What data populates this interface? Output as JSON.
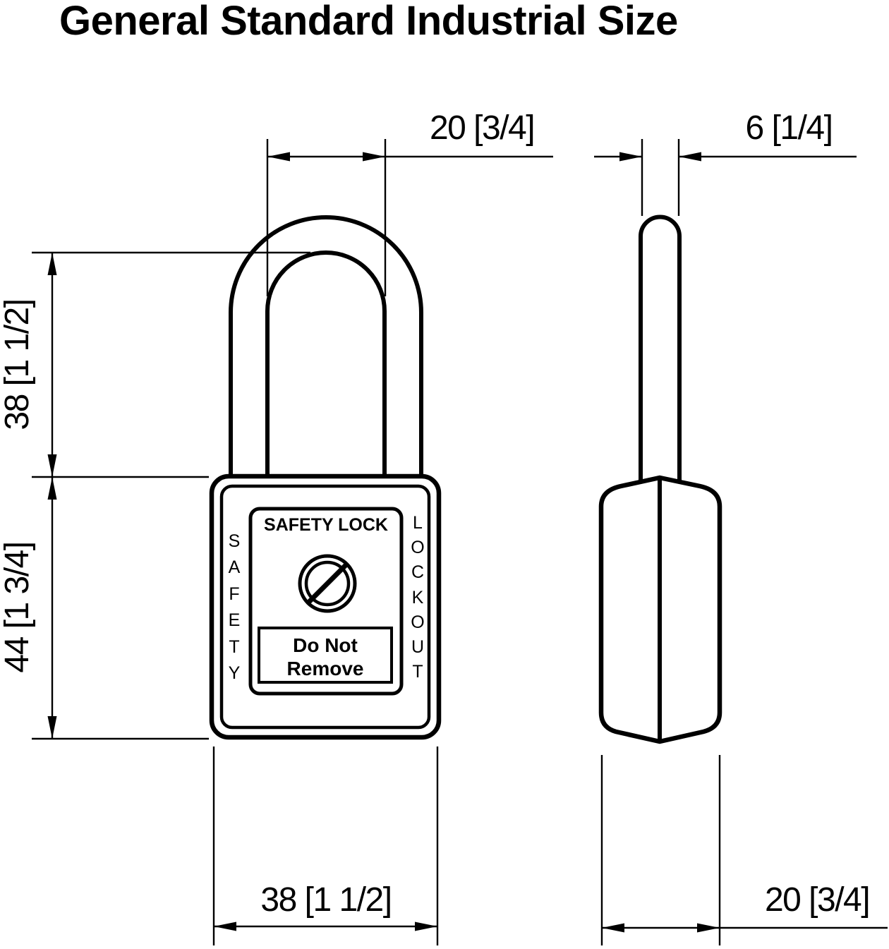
{
  "title": "General Standard Industrial Size",
  "dimensions": {
    "shackle_inner_width": "20 [3/4]",
    "shackle_diameter": "6 [1/4]",
    "shackle_clearance_height": "38 [1 1/2]",
    "body_height": "44 [1 3/4]",
    "body_width": "38 [1 1/2]",
    "body_depth": "20 [3/4]"
  },
  "lock_face": {
    "header": "SAFETY LOCK",
    "warning_line1": "Do Not",
    "warning_line2": "Remove",
    "left_letters": [
      "S",
      "A",
      "F",
      "E",
      "T",
      "Y"
    ],
    "right_letters": [
      "L",
      "O",
      "C",
      "K",
      "O",
      "U",
      "T"
    ]
  },
  "colors": {
    "line": "#000000",
    "background": "#ffffff"
  }
}
